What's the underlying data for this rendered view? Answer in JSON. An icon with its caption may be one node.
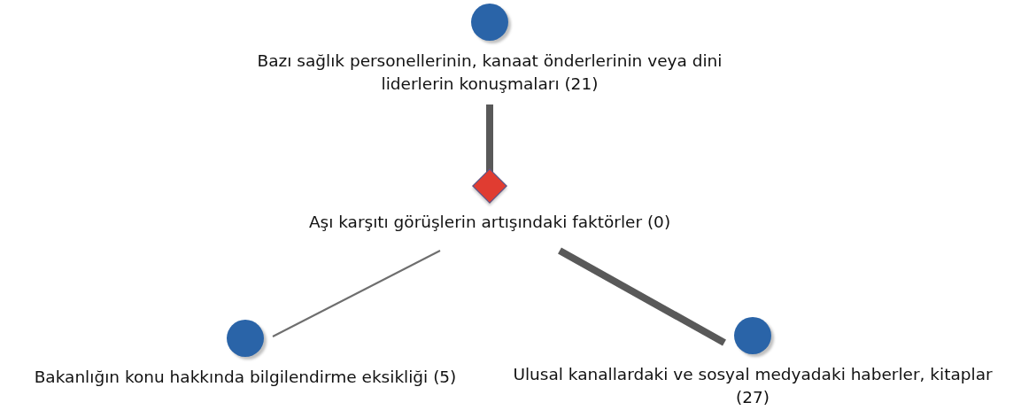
{
  "diagram": {
    "nodes": [
      {
        "text": [
          "Bazı sağlık personellerinin, kanaat önderlerinin veya dini liderlerin konuşmaları (21)"
        ]
      },
      {
        "text": [
          "Aşı karşıtı görüşlerin artışındaki faktörler (0)"
        ]
      },
      {
        "text": [
          "Bakanlığın konu hakkında bilgilendirme eksikliği (5)"
        ]
      },
      {
        "text": [
          "Ulusal kanallardaki ve sosyal medyadaki haberler, kitaplar (27)"
        ]
      }
    ],
    "edges": [
      {
        "from": 0,
        "to": 1,
        "arrow": "none"
      },
      {
        "from": 1,
        "to": 2,
        "arrow": "none",
        "color": "#6e6e6e"
      },
      {
        "from": 1,
        "to": 3,
        "arrow": "none"
      }
    ]
  }
}
